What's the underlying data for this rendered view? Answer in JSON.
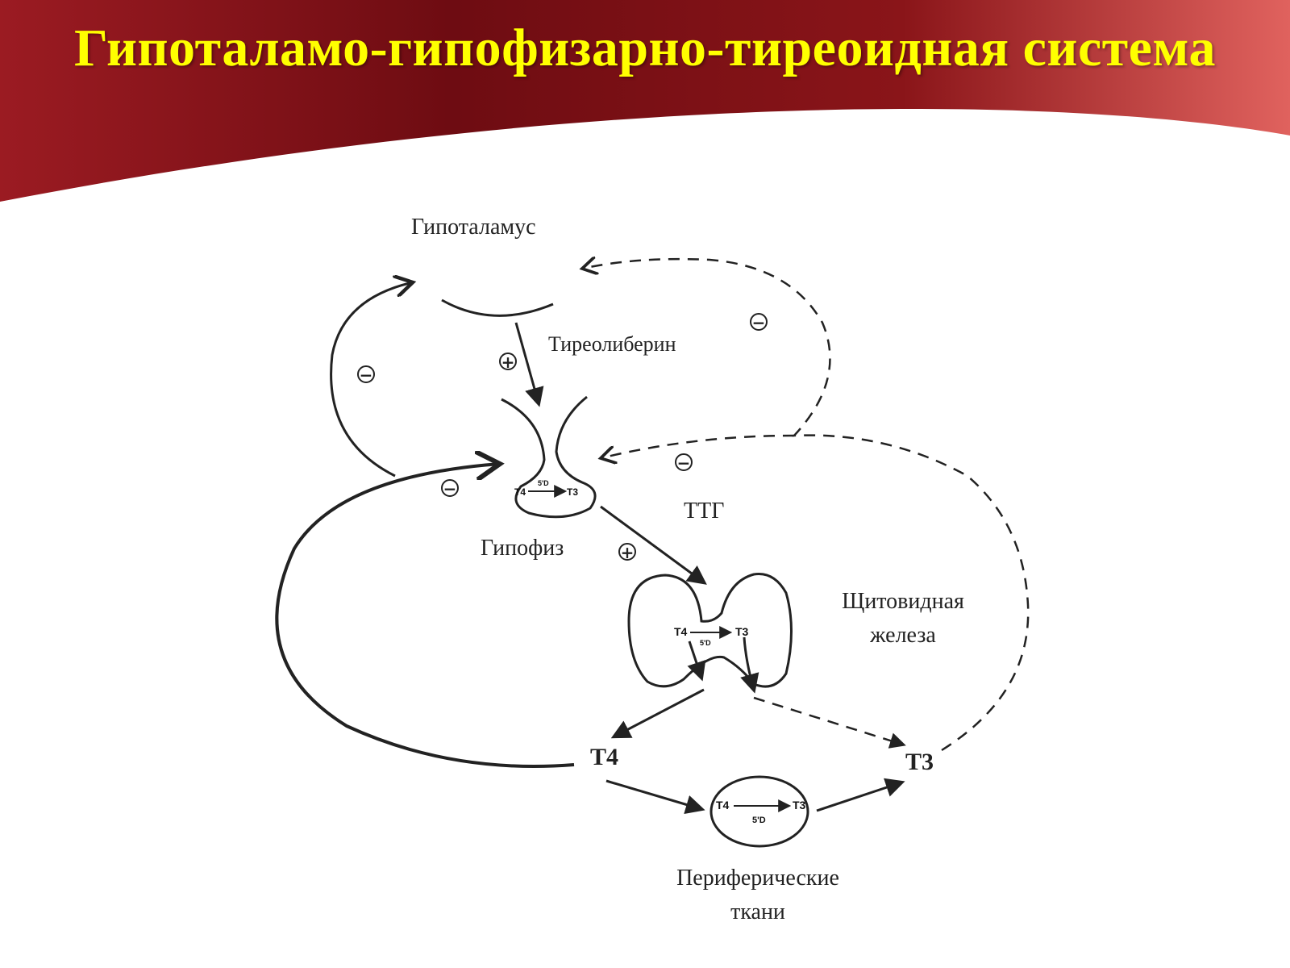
{
  "title": "Гипоталамо-гипофизарно-тиреоидная система",
  "colors": {
    "banner_dark": "#6e0c12",
    "banner_mid": "#9b1b22",
    "banner_light": "#e0625e",
    "title": "#ffff00",
    "ink": "#222222"
  },
  "labels": {
    "hypothalamus": "Гипоталамус",
    "thyroliberin": "Тиреолиберин",
    "pituitary": "Гипофиз",
    "tsh": "ТТГ",
    "thyroid_line1": "Щитовидная",
    "thyroid_line2": "железа",
    "t4": "Т4",
    "t3": "Т3",
    "peripheral_line1": "Периферические",
    "peripheral_line2": "ткани"
  },
  "inner": {
    "pituitary_t4": "T4",
    "pituitary_enzyme": "5'D",
    "pituitary_t3": "T3",
    "thyroid_t4": "T4",
    "thyroid_enzyme": "5'D",
    "thyroid_t3": "T3",
    "peripheral_t4": "T4",
    "peripheral_enzyme": "5'D",
    "peripheral_t3": "T3"
  },
  "signs": {
    "minus": "−",
    "plus": "+"
  }
}
